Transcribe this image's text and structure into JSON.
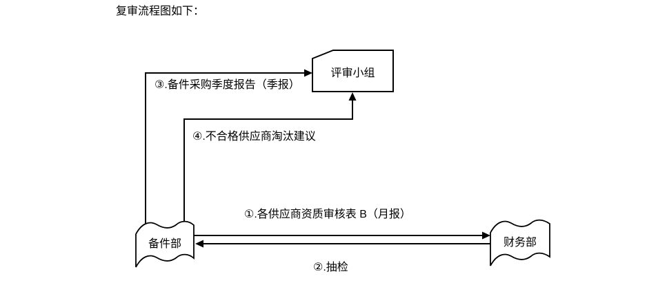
{
  "page": {
    "title": "复审流程图如下："
  },
  "diagram": {
    "nodes": [
      {
        "id": "review-team",
        "label": "评审小组",
        "shape": "card"
      },
      {
        "id": "spare-parts-dept",
        "label": "备件部",
        "shape": "document"
      },
      {
        "id": "finance-dept",
        "label": "财务部",
        "shape": "document"
      }
    ],
    "edges": [
      {
        "id": "edge-1",
        "label": "①.各供应商资质审核表 B（月报）",
        "from": "spare-parts-dept",
        "to": "finance-dept",
        "style": "straight-arrow-right"
      },
      {
        "id": "edge-2",
        "label": "②.抽检",
        "from": "finance-dept",
        "to": "spare-parts-dept",
        "style": "straight-arrow-left"
      },
      {
        "id": "edge-3",
        "label": "③.备件采购季度报告（季报）",
        "from": "spare-parts-dept",
        "to": "review-team",
        "style": "elbow-arrow"
      },
      {
        "id": "edge-4",
        "label": "④.不合格供应商淘汰建议",
        "from": "spare-parts-dept",
        "to": "review-team",
        "style": "elbow-arrow"
      }
    ],
    "colors": {
      "stroke": "#000000",
      "background": "#ffffff",
      "text": "#000000"
    }
  }
}
